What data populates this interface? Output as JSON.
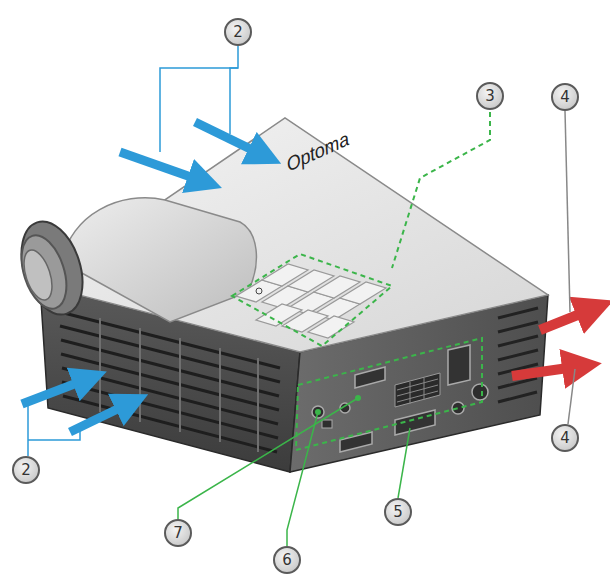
{
  "diagram": {
    "labels": [
      "2",
      "Optoma",
      "3",
      "4",
      "2",
      "4",
      "7",
      "5",
      "6"
    ]
  }
}
